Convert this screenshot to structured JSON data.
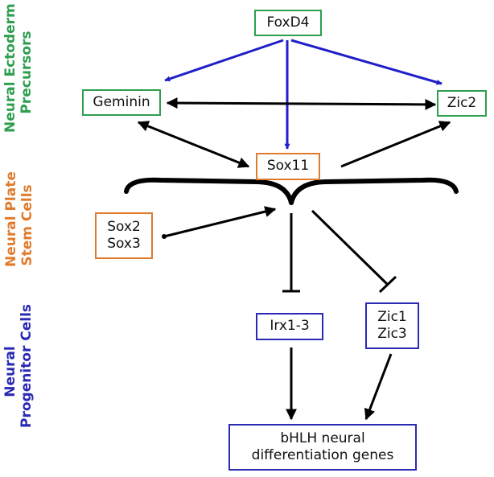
{
  "colors": {
    "green": "#2e9e4f",
    "orange": "#e07b2c",
    "blue": "#2a2ab5",
    "arrow_blue": "#1f1fc9",
    "black": "#000000"
  },
  "stages": {
    "ectoderm": {
      "line1": "Neural Ectoderm",
      "line2": "Precursors"
    },
    "plate": {
      "line1": "Neural Plate",
      "line2": "Stem Cells"
    },
    "progenitor": {
      "line1": "Neural",
      "line2": "Progenitor Cells"
    }
  },
  "nodes": {
    "foxd4": "FoxD4",
    "geminin": "Geminin",
    "zic2": "Zic2",
    "sox11": "Sox11",
    "sox2_sox3": {
      "line1": "Sox2",
      "line2": "Sox3"
    },
    "irx": "Irx1-3",
    "zic1_zic3": {
      "line1": "Zic1",
      "line2": "Zic3"
    },
    "bhlh": {
      "line1": "bHLH neural",
      "line2": "differentiation genes"
    }
  }
}
